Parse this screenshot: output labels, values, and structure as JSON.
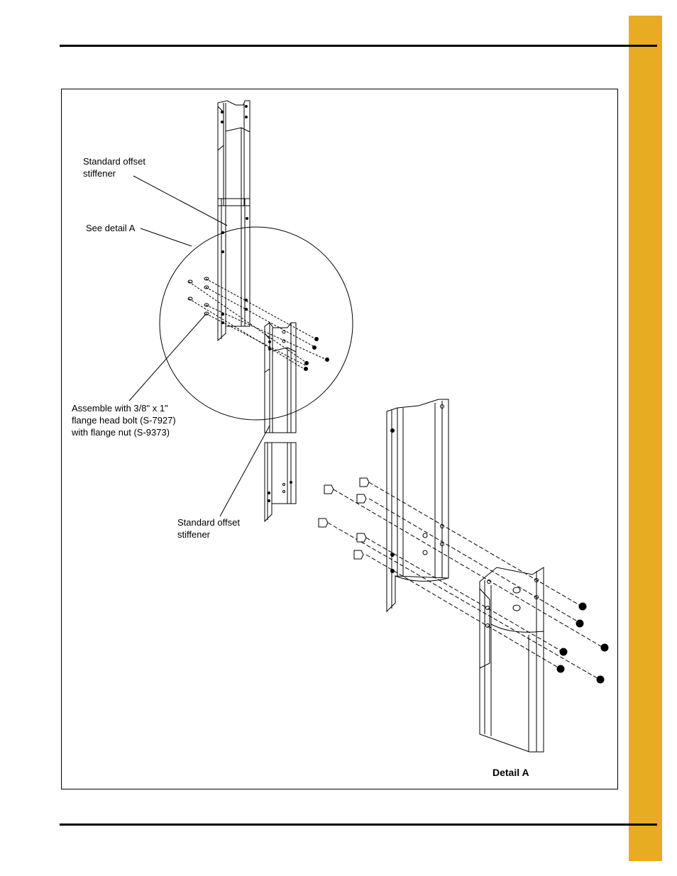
{
  "labels": {
    "stiffener_top": "Standard offset\nstiffener",
    "see_detail": "See detail A",
    "assemble_note": "Assemble with 3/8\" x 1\"\nflange head  bolt (S-7927)\nwith flange nut (S-9373)",
    "stiffener_bottom": "Standard offset\nstiffener",
    "detail_title": "Detail A"
  },
  "colors": {
    "tab": "#e8ac22",
    "ink": "#000000"
  }
}
